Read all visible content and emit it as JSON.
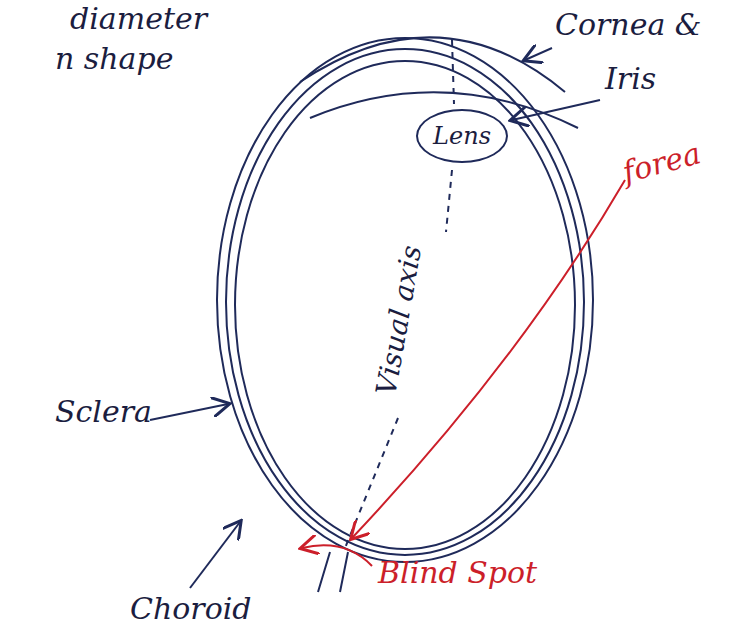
{
  "diagram": {
    "nodes": [
      {
        "text": [
          "Lens"
        ]
      }
    ],
    "labels": [
      "diameter",
      "n shape",
      "Cornea &",
      "Iris",
      "Visual axis",
      "forea",
      "Sclera",
      "Choroid",
      "Blind Spot"
    ]
  }
}
